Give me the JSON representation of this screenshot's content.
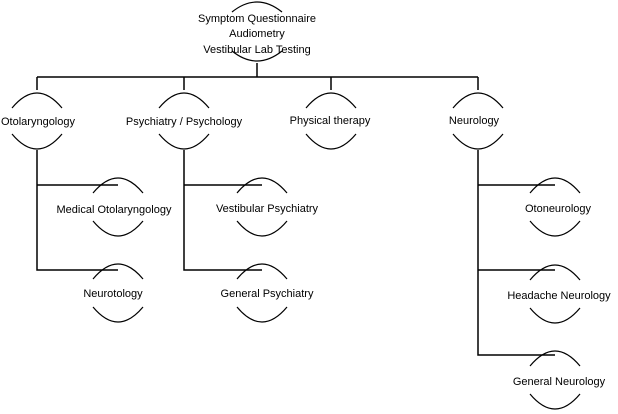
{
  "root": {
    "lines": [
      "Symptom Questionnaire",
      "Audiometry",
      "Vestibular Lab Testing"
    ]
  },
  "nodes": {
    "otolaryngology": "Otolaryngology",
    "psychiatry": "Psychiatry / Psychology",
    "physical_therapy": "Physical therapy",
    "neurology": "Neurology",
    "medical_otolaryngology": "Medical Otolaryngology",
    "neurotology": "Neurotology",
    "vestibular_psychiatry": "Vestibular Psychiatry",
    "general_psychiatry": "General Psychiatry",
    "otoneurology": "Otoneurology",
    "headache_neurology": "Headache Neurology",
    "general_neurology": "General Neurology"
  },
  "colors": {
    "line": "#000000",
    "text": "#000000",
    "background": "#ffffff"
  }
}
